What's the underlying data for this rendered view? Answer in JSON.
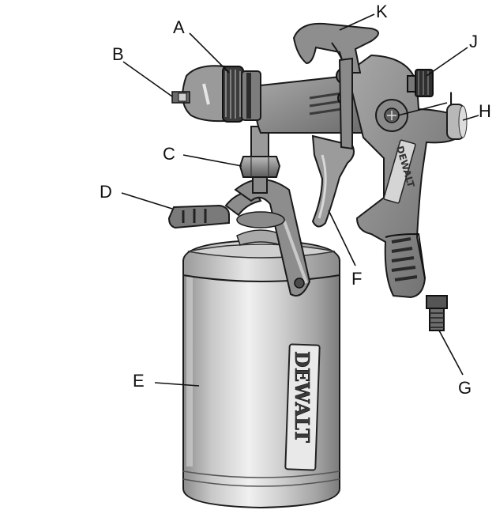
{
  "figure": {
    "brand": "DEWALT",
    "callouts": {
      "A": "A",
      "B": "B",
      "C": "C",
      "D": "D",
      "E": "E",
      "F": "F",
      "G": "G",
      "H": "H",
      "I": "I",
      "J": "J",
      "K": "K"
    },
    "colors": {
      "body_dark": "#6e6e6e",
      "body_mid": "#9a9a9a",
      "body_light": "#d6d6d6",
      "outline": "#1a1a1a",
      "background": "#ffffff"
    }
  }
}
